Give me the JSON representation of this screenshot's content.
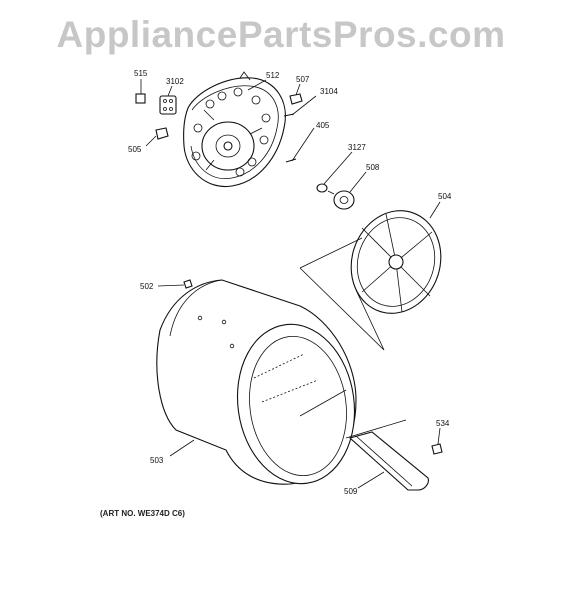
{
  "watermark": "AppliancePartsPros.com",
  "art_number": "(ART NO. WE374D C6)",
  "callouts": {
    "c515": "515",
    "c3102": "3102",
    "c512": "512",
    "c507": "507",
    "c3104": "3104",
    "c505": "505",
    "c405": "405",
    "c3127": "3127",
    "c508": "508",
    "c504": "504",
    "c502": "502",
    "c503": "503",
    "c534": "534",
    "c509": "509"
  },
  "colors": {
    "watermark": "#c7c7c7",
    "line": "#111111"
  }
}
